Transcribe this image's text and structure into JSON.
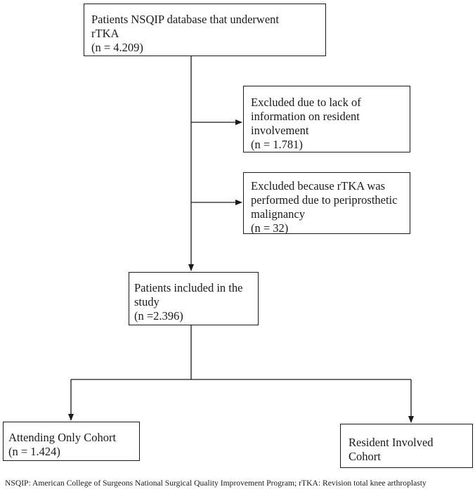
{
  "boxes": {
    "total": {
      "lines": [
        "Patients NSQIP database that underwent",
        "rTKA",
        "(n = 4.209)"
      ]
    },
    "excluded_resident_info": {
      "lines": [
        "Excluded due to lack of",
        "information on resident",
        "involvement",
        "(n = 1.781)"
      ]
    },
    "excluded_malignancy": {
      "lines": [
        "Excluded because rTKA was",
        "performed due to periprosthetic",
        "malignancy",
        "(n = 32)"
      ]
    },
    "included": {
      "lines": [
        "Patients included in the",
        "study",
        "(n =2.396)"
      ]
    },
    "attending_only": {
      "lines": [
        "Attending Only Cohort",
        "(n = 1.424)"
      ]
    },
    "resident_involved": {
      "lines": [
        "Resident Involved",
        "Cohort"
      ]
    }
  },
  "footnote": "NSQIP: American College of Surgeons National Surgical Quality Improvement Program; rTKA: Revision total knee arthroplasty",
  "colors": {
    "line": "#1a1a1a",
    "background": "#ffffff"
  }
}
